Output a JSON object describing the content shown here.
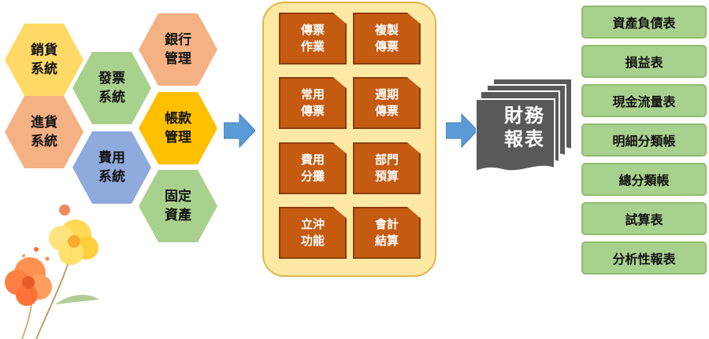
{
  "modules": [
    {
      "id": "sales",
      "label": "銷貨\n系統",
      "color": "#ffd966"
    },
    {
      "id": "invoice",
      "label": "發票\n系統",
      "color": "#a9d18e"
    },
    {
      "id": "bank",
      "label": "銀行\n管理",
      "color": "#f4b183"
    },
    {
      "id": "purchase",
      "label": "進貨\n系統",
      "color": "#f4b183"
    },
    {
      "id": "ledger",
      "label": "帳款\n管理",
      "color": "#ffc000"
    },
    {
      "id": "expense",
      "label": "費用\n系統",
      "color": "#8faadc"
    },
    {
      "id": "assets",
      "label": "固定\n資產",
      "color": "#a9d18e"
    }
  ],
  "vouchers": [
    {
      "label": "傳票\n作業"
    },
    {
      "label": "複製\n傳票"
    },
    {
      "label": "常用\n傳票"
    },
    {
      "label": "週期\n傳票"
    },
    {
      "label": "費用\n分攤"
    },
    {
      "label": "部門\n預算"
    },
    {
      "label": "立沖\n功能"
    },
    {
      "label": "會計\n結算"
    }
  ],
  "financial_reports": {
    "label": "財務\n報表",
    "color": "#595959"
  },
  "reports": [
    {
      "label": "資產負債表"
    },
    {
      "label": "損益表"
    },
    {
      "label": "現金流量表"
    },
    {
      "label": "明細分類帳"
    },
    {
      "label": "總分類帳"
    },
    {
      "label": "試算表"
    },
    {
      "label": "分析性報表"
    }
  ],
  "colors": {
    "arrow": "#5b9bd5",
    "panel": "#fde9a3",
    "card": "#c55a11",
    "report": "#a9d18e"
  }
}
